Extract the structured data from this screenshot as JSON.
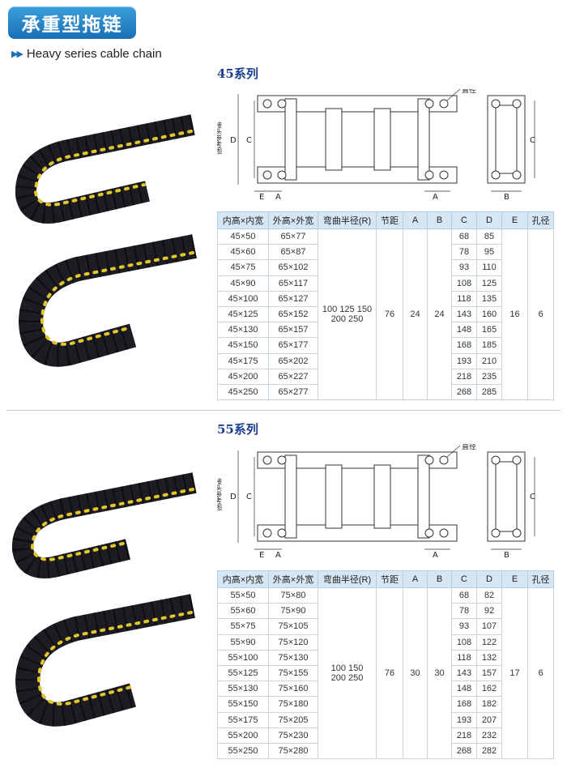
{
  "header": {
    "title": "承重型拖链",
    "subtitle_arrows": "▶▶",
    "subtitle": "Heavy series cable chain"
  },
  "diagram_labels": {
    "dia": "直径",
    "ref": "接头参考图",
    "D": "D",
    "C": "C",
    "E": "E",
    "A": "A",
    "B": "B"
  },
  "columns": [
    "内高×内宽",
    "外高×外宽",
    "弯曲半径(R)",
    "节距",
    "A",
    "B",
    "C",
    "D",
    "E",
    "孔径"
  ],
  "sections": [
    {
      "title": "45系列",
      "rows": [
        [
          "45×50",
          "65×77",
          "68",
          "85"
        ],
        [
          "45×60",
          "65×87",
          "78",
          "95"
        ],
        [
          "45×75",
          "65×102",
          "93",
          "110"
        ],
        [
          "45×90",
          "65×117",
          "108",
          "125"
        ],
        [
          "45×100",
          "65×127",
          "118",
          "135"
        ],
        [
          "45×125",
          "65×152",
          "143",
          "160"
        ],
        [
          "45×130",
          "65×157",
          "148",
          "165"
        ],
        [
          "45×150",
          "65×177",
          "168",
          "185"
        ],
        [
          "45×175",
          "65×202",
          "193",
          "210"
        ],
        [
          "45×200",
          "65×227",
          "218",
          "235"
        ],
        [
          "45×250",
          "65×277",
          "268",
          "285"
        ]
      ],
      "radius_line1": "100 125 150",
      "radius_line2": "200 250",
      "pitch": "76",
      "a": "24",
      "b": "24",
      "e": "16",
      "hole": "6"
    },
    {
      "title": "55系列",
      "rows": [
        [
          "55×50",
          "75×80",
          "68",
          "82"
        ],
        [
          "55×60",
          "75×90",
          "78",
          "92"
        ],
        [
          "55×75",
          "75×105",
          "93",
          "107"
        ],
        [
          "55×90",
          "75×120",
          "108",
          "122"
        ],
        [
          "55×100",
          "75×130",
          "118",
          "132"
        ],
        [
          "55×125",
          "75×155",
          "143",
          "157"
        ],
        [
          "55×130",
          "75×160",
          "148",
          "162"
        ],
        [
          "55×150",
          "75×180",
          "168",
          "182"
        ],
        [
          "55×175",
          "75×205",
          "193",
          "207"
        ],
        [
          "55×200",
          "75×230",
          "218",
          "232"
        ],
        [
          "55×250",
          "75×280",
          "268",
          "282"
        ]
      ],
      "radius_line1": "100 150",
      "radius_line2": "200 250",
      "pitch": "76",
      "a": "30",
      "b": "30",
      "e": "17",
      "hole": "6"
    }
  ],
  "colors": {
    "banner": "#1a6fb5",
    "header_bg": "#d6e6f3",
    "chain": "#1c1c22",
    "pin": "#e2c62a"
  }
}
